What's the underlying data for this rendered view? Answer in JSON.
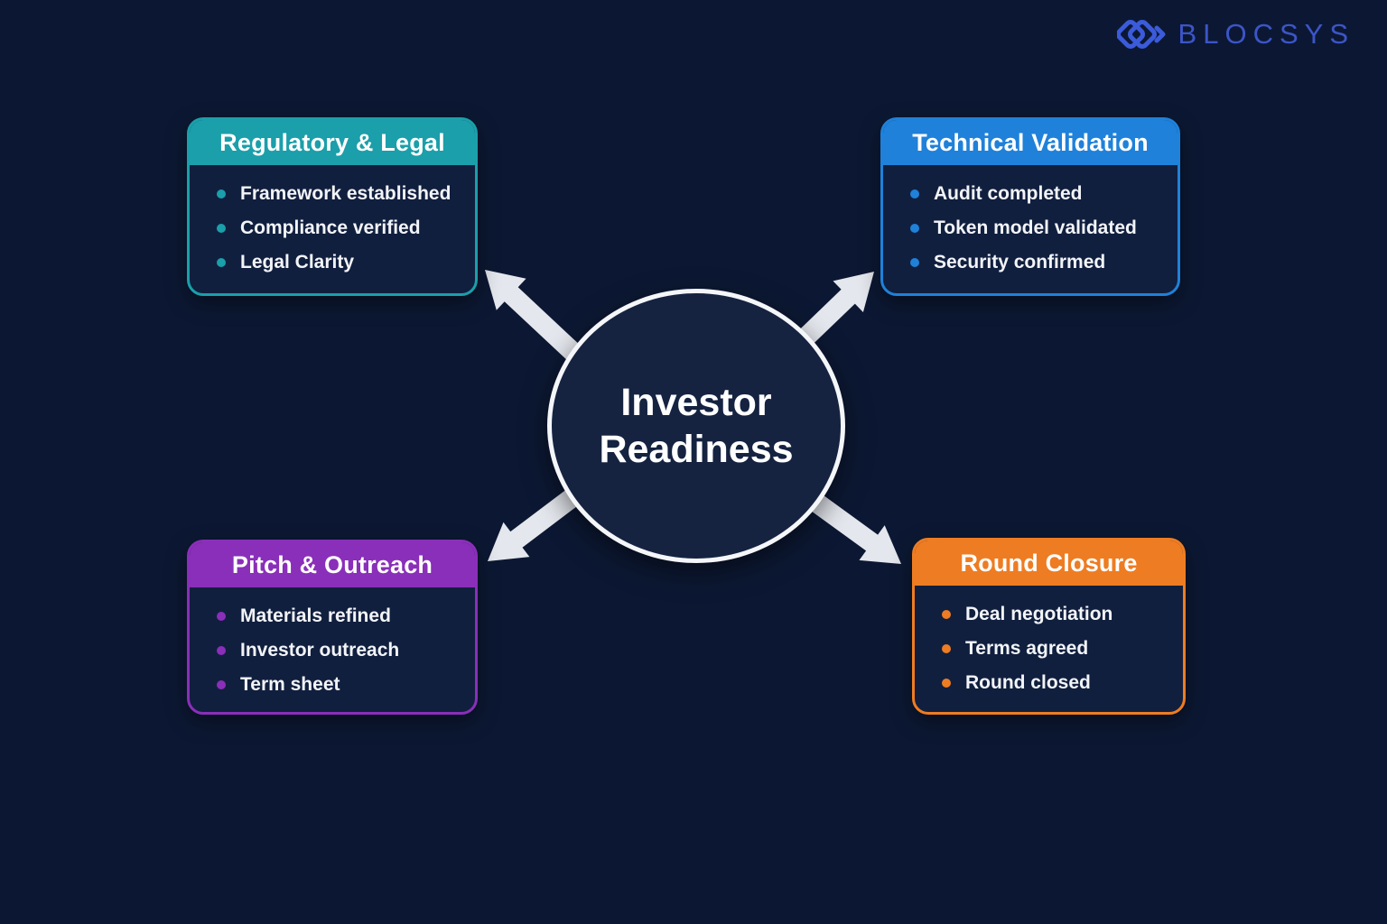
{
  "brand": {
    "name": "BLOCSYS",
    "logo_color": "#3c55c8",
    "icon_color": "#3b5bdb"
  },
  "center": {
    "line1": "Investor",
    "line2": "Readiness"
  },
  "boxes": [
    {
      "id": "regulatory-legal",
      "title": "Regulatory & Legal",
      "accent": "#1b9faa",
      "items": [
        "Framework established",
        "Compliance verified",
        "Legal Clarity"
      ]
    },
    {
      "id": "technical-validation",
      "title": "Technical Validation",
      "accent": "#1f81d9",
      "items": [
        "Audit completed",
        "Token model validated",
        "Security confirmed"
      ]
    },
    {
      "id": "pitch-outreach",
      "title": "Pitch & Outreach",
      "accent": "#8a2fb9",
      "items": [
        "Materials refined",
        "Investor outreach",
        "Term sheet"
      ]
    },
    {
      "id": "round-closure",
      "title": "Round Closure",
      "accent": "#ee7c22",
      "items": [
        "Deal negotiation",
        "Terms agreed",
        "Round closed"
      ]
    }
  ],
  "colors": {
    "background": "#0c1833",
    "box_body": "#111f3e",
    "circle_fill": "#152341",
    "arrow": "#e4e7ed"
  }
}
